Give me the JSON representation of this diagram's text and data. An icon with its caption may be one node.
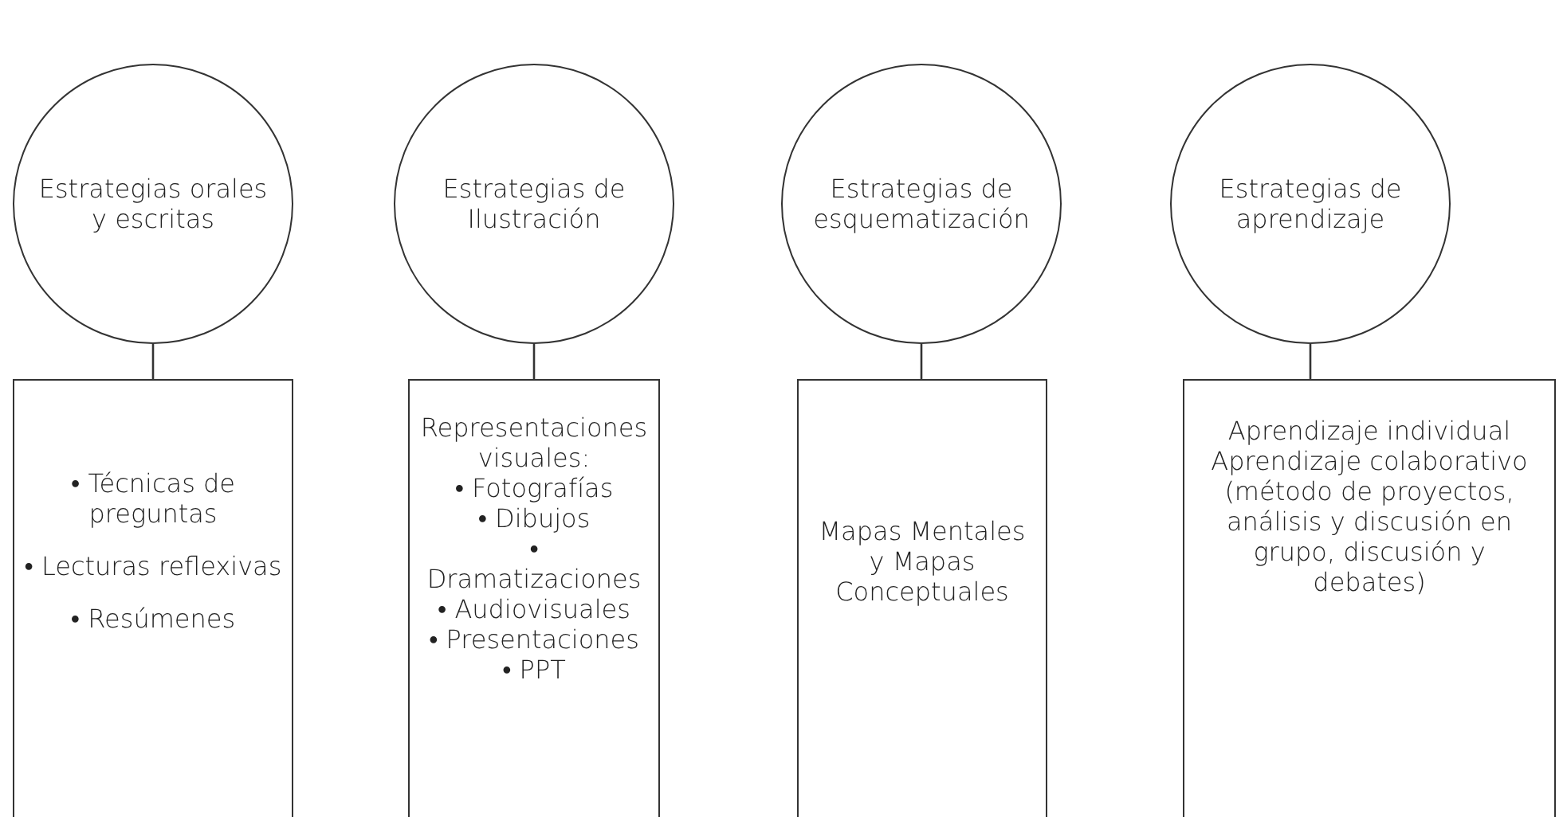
{
  "diagram": {
    "nodes": [
      {
        "text": [
          "Estrategias orales y escritas"
        ]
      },
      {
        "text": [
          "Estrategias de Ilustración"
        ]
      },
      {
        "text": [
          "Estrategias de esquematización"
        ]
      },
      {
        "text": [
          "Estrategias de aprendizaje"
        ]
      },
      {
        "text": [
          "• Técnicas de preguntas",
          "• Lecturas reflexivas",
          "• Resúmenes"
        ]
      },
      {
        "text": [
          "Representaciones visuales:",
          "• Fotografías",
          "• Dibujos",
          "• Dramatizaciones",
          "• Audiovisuales",
          "• Presentaciones",
          "• PPT"
        ]
      },
      {
        "text": [
          "Mapas Mentales y Mapas Conceptuales"
        ]
      },
      {
        "text": [
          "Aprendizaje individual",
          "Aprendizaje colaborativo (método de proyectos, análisis y discusión en grupo, discusión y debates)"
        ]
      }
    ],
    "edges": [
      {
        "from": 0,
        "to": 4,
        "arrow": "none"
      },
      {
        "from": 1,
        "to": 5,
        "arrow": "none"
      },
      {
        "from": 2,
        "to": 6,
        "arrow": "none"
      },
      {
        "from": 3,
        "to": 7,
        "arrow": "none"
      }
    ]
  }
}
